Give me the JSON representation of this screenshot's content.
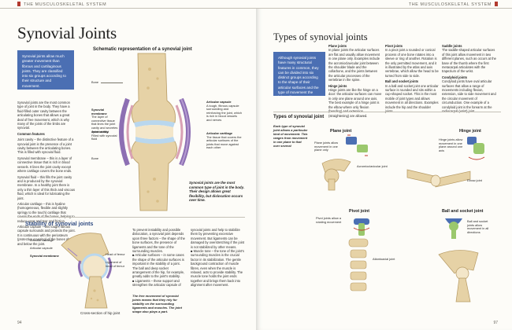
{
  "header": {
    "section_left": "The Musculoskeletal System",
    "section_right": "The Musculoskeletal System"
  },
  "left_page": {
    "title": "Synovial Joints",
    "page_number": "94",
    "callout": "Synovial joints allow much greater movement than fibrous and cartilaginous joints. They are classified into six groups according to their structure and movement.",
    "intro": "Synovial joints are the most common type of joint in the body. They have a fluid-filled outer cavity between the articulating bones that allows a great deal of free movement, which is why many of the joints of the limbs are synovial.",
    "common_features_heading": "Common features",
    "common_features": [
      "Joint cavity – the distinctive feature of a synovial joint is the presence of a joint cavity between the articulating bones. This is filled with synovial fluid.",
      "Synovial membrane – this is a layer of connective tissue that is rich in blood vessels. It lines the joint cavity except where cartilage covers the bone ends.",
      "Synovial fluid – this fills the joint cavity and is produced by the synovial membrane. In a healthy joint there is only a thin layer of this thick and viscous fluid, which is ideal for lubricating the joint.",
      "Articular cartilage – this is hyaline (homogeneous, flexible and slightly springy to the touch) cartilage that covers the ends of the bones, helping to reduce wear and tear and friction.",
      "Articular capsule – this tough, fibrous capsule surrounds and protects the joint. It is continuous with the periosteum (protective covering) of the bones above and below the joint."
    ],
    "schematic": {
      "heading": "Schematic representation of a synovial joint",
      "labels": {
        "bone_top": "Bone",
        "synovial_membrane_name": "Synovial membrane",
        "synovial_membrane_desc": "The layer of connective tissue that lines the joint cavity and secretes synovial fluid",
        "joint_cavity_name": "Joint cavity",
        "joint_cavity_desc": "Filled with synovial fluid",
        "bone_bottom": "Bone",
        "articular_capsule_name": "Articular capsule",
        "articular_capsule_desc": "A tough, fibrous capsule surrounding and reinforcing the joint, which is rich in blood vessels and nerves",
        "articular_cartilage_name": "Articular cartilage",
        "articular_cartilage_desc": "The tissue that covers the articular surfaces of the joints that move against each other"
      },
      "note": "Synovial joints are the most common type of joint in the body. Their design allows great flexibility, but dislocation occurs over time."
    },
    "stability": {
      "heading": "Stability of synovial joints",
      "labels": {
        "articular_cartilage": "Articular cartilage",
        "articular_capsule": "Articular capsule",
        "synovial_membrane": "Synovial membrane",
        "head_of_femur": "Head of femur",
        "ligament_head_femur": "Ligament of head of femur"
      },
      "caption": "Cross-section of hip joint",
      "text_col1": "To prevent instability and possible dislocation, a synovial joint depends upon three factors – the shape of the bone surfaces, the presence of ligaments and the tone of the surrounding muscles.\n■ Articular surfaces – in some cases the shape of the articular surfaces is important in the stability of a joint. The ball and deep socket arrangement of the hip, for example, greatly adds to the joint's stability.\n■ Ligaments – these support and strengthen the articular capsule of",
      "text_col2": "synovial joints and help to stabilize them by preventing excessive movement. But ligaments can be damaged by overstretching if the joint is not stabilized by other means.\n■ Muscle tone – the tone of the joint's surrounding muscles is the crucial factor in its stabilization. The gentle background contraction of muscle fibres, even when the muscle is relaxed, acts to provide stability. The muscle tone holds the joint ends together and brings them back into alignment after movement.",
      "note": "The free movement of synovial joints means that they rely for stability on the surrounding ligaments and muscles. The joint shape also plays a part."
    }
  },
  "right_page": {
    "title": "Types of synovial joints",
    "page_number": "97",
    "callout": "Although synovial joints have many structural features in common, they can be divided into six distinct groups according to the shape of their articular surfaces and the type of movement the joints allow.",
    "columns": [
      {
        "heading": "Plane joints",
        "text": "In plane joints the articular surfaces are flat and usually allow movement in one plane only. Examples include the acromioclavicular joint between the shoulder blade and the collarbone, and the joints between the articular processes of the vertebrae in the spine."
      },
      {
        "heading": "Hinge joints",
        "text": "Hinge joints are like the hinge on a door: the articular surfaces can move in only one plane around one axis. The best example of a hinge joint is the elbow where only flexion (bending) and extension (straightening) are allowed."
      },
      {
        "heading": "Pivot joints",
        "text": "In a pivot joint a rounded or conical process of one bone rotates into a sleeve or ring of another. Rotation is the only permitted movement, and it is illustrated by the atlas and axis vertebrae, which allow the head to be turned from side to side."
      },
      {
        "heading": "Ball and socket joints",
        "text": "In a ball and socket joint one articular surface is rounded and sits within a cup-shaped socket. This is the most mobile of joint types and allows movement in all directions. Examples include the hip and the shoulder joints."
      },
      {
        "heading": "Saddle joints",
        "text": "The saddle-shaped articular surfaces of this joint allow movement in two different planes, such as occurs at the base of the thumb where the first metacarpal articulates with the trapezium of the wrist."
      },
      {
        "heading": "Condyloid joints",
        "text": "Condyloid joints have oval articular surfaces that allow a range of movements including flexion, extension, side to side movement and the circular movement of circumduction. One example of a condyloid joint is the forearm at the radiocarpal (wrist) joint."
      }
    ],
    "types_box": {
      "heading": "Types of synovial joint",
      "intro": "Each type of synovial joint allows a particular kind of movement. This ranges from movement in one plane to that over several",
      "plane": {
        "title": "Plane joint",
        "note": "Plane joints allow movement in one plane only",
        "label": "Acromioclavicular joint"
      },
      "hinge": {
        "title": "Hinge joint",
        "note": "Hinge joints allow movement in one plane around one axis",
        "label": "Elbow joint"
      },
      "pivot": {
        "title": "Pivot joint",
        "note": "Pivot joints allow a rotating movement",
        "label": "Atlantoaxial joint"
      },
      "ball": {
        "title": "Ball and socket joint",
        "note": "Ball and socket joints allow movement in all directions"
      }
    }
  },
  "colors": {
    "callout_blue": "#4b6fb3",
    "bone": "#e6d2a6",
    "cartilage": "#b9d7ee",
    "capsule_purple": "#8d6fb3",
    "membrane_pink": "#d9a1b4",
    "green_knuckle": "#9bc86d"
  }
}
